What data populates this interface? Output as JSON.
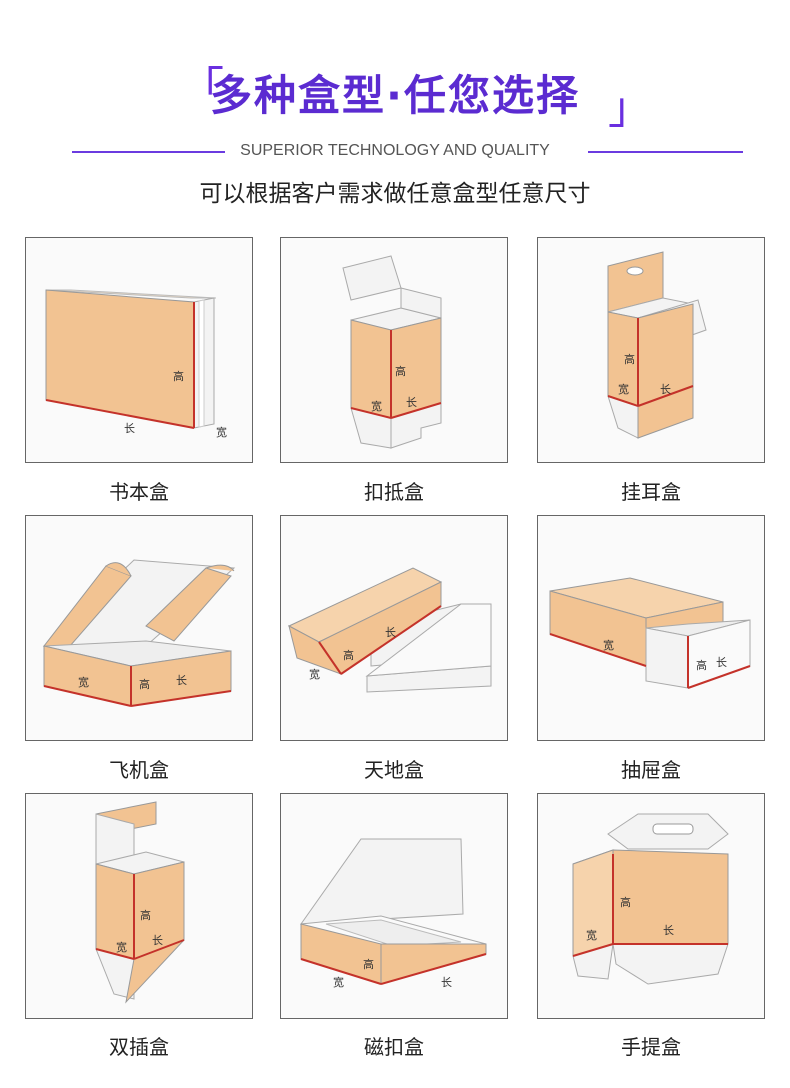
{
  "header": {
    "bracket_left": "「",
    "title": "多种盒型·任您选择",
    "bracket_right": "」",
    "subtitle": "SUPERIOR TECHNOLOGY AND QUALITY",
    "description": "可以根据客户需求做任意盒型任意尺寸"
  },
  "dims": {
    "length": "长",
    "width": "宽",
    "height": "高"
  },
  "boxes": [
    {
      "label": "书本盒"
    },
    {
      "label": "扣抵盒"
    },
    {
      "label": "挂耳盒"
    },
    {
      "label": "飞机盒"
    },
    {
      "label": "天地盒"
    },
    {
      "label": "抽屉盒"
    },
    {
      "label": "双插盒"
    },
    {
      "label": "磁扣盒"
    },
    {
      "label": "手提盒"
    }
  ],
  "colors": {
    "accent": "#5b2bd1",
    "kraft": "#f2c392",
    "edge": "#c4322a",
    "white_panel": "#f3f3f3"
  }
}
